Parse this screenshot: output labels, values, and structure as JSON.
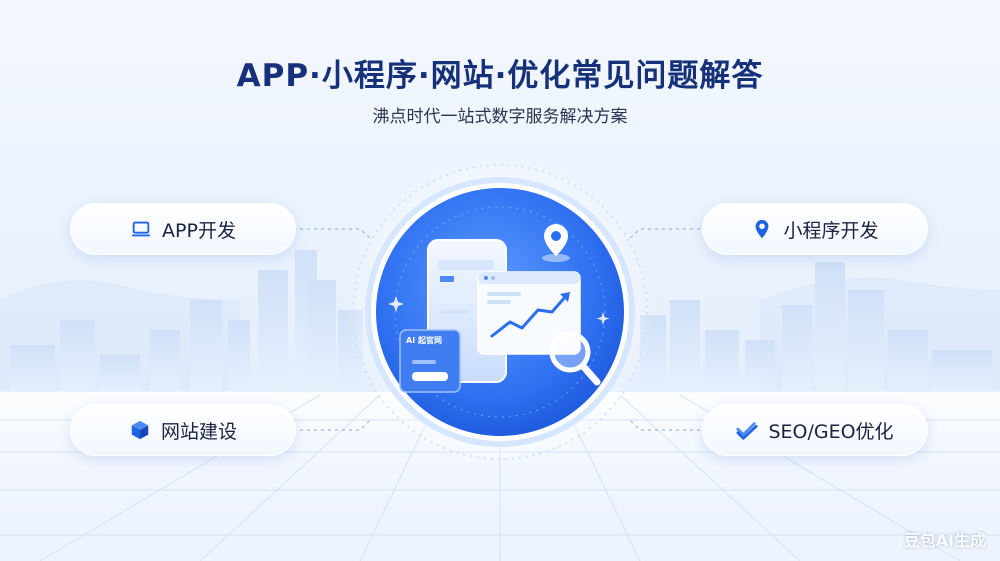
{
  "header": {
    "title": "APP·小程序·网站·优化常见问题解答",
    "subtitle": "沸点时代一站式数字服务解决方案"
  },
  "services": [
    {
      "label": "APP开发",
      "icon": "laptop-icon"
    },
    {
      "label": "小程序开发",
      "icon": "location-pin-icon"
    },
    {
      "label": "网站建设",
      "icon": "cube-icon"
    },
    {
      "label": "SEO/GEO优化",
      "icon": "double-check-icon"
    }
  ],
  "illustration": {
    "card_label": "AI 起官网",
    "trend_direction": "up"
  },
  "watermark": "豆包AI生成",
  "colors": {
    "title": "#16307a",
    "accent": "#1f63e6",
    "circle_inner": "#3b82f6",
    "background": "#eaf2fd"
  }
}
